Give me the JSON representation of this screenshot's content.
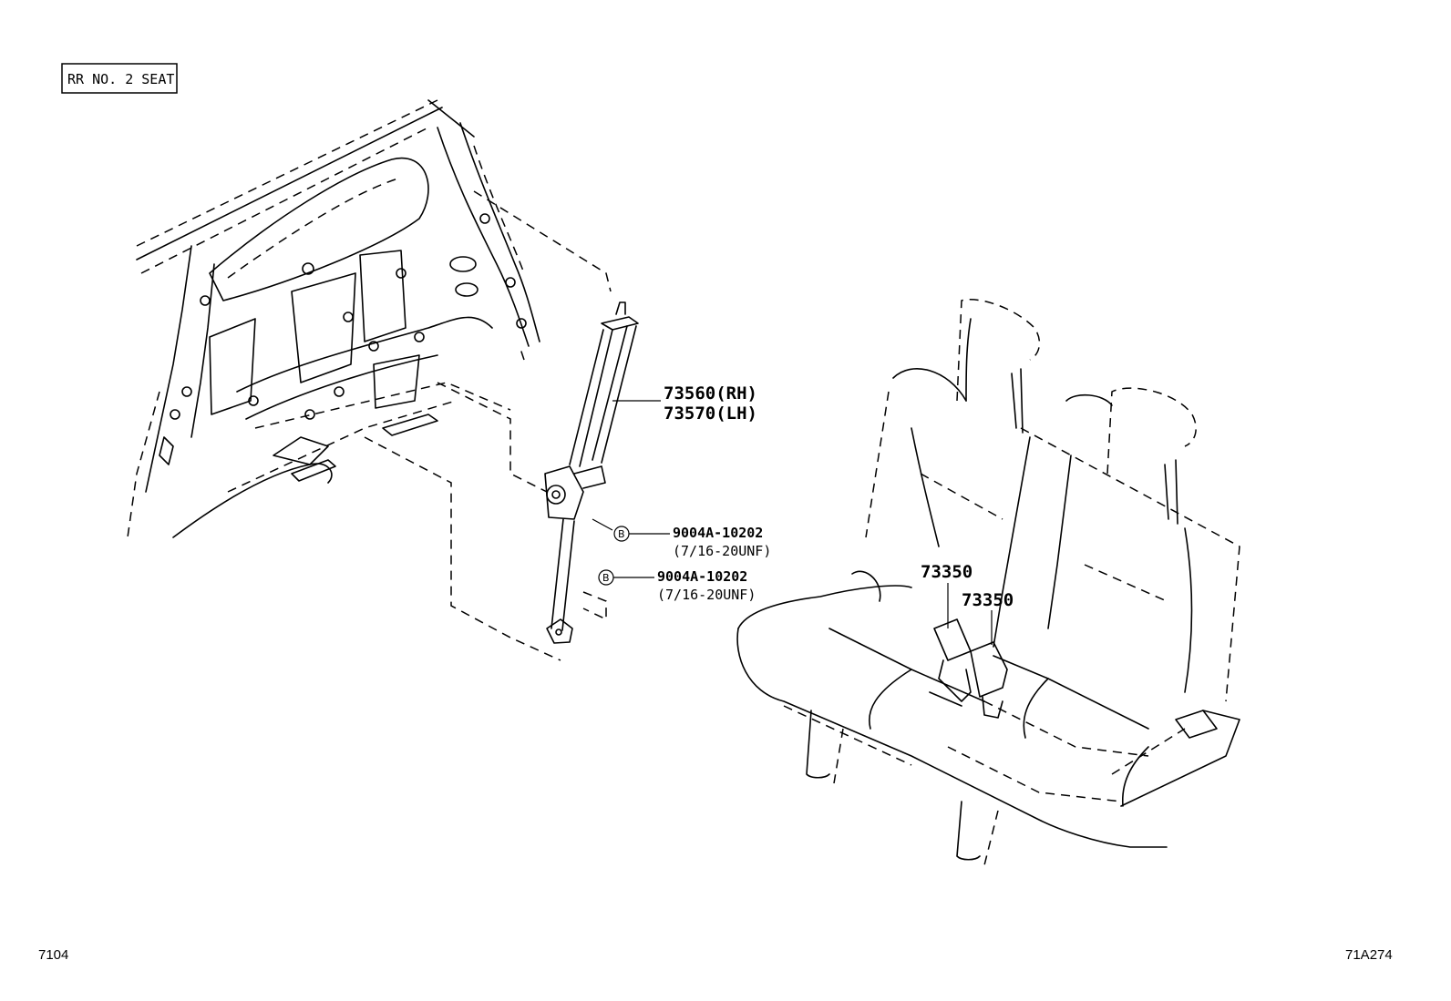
{
  "section_tag": "RR NO. 2 SEAT",
  "parts": {
    "belt_rh": "73560(RH)",
    "belt_lh": "73570(LH)",
    "bolt_1": {
      "number": "9004A-10202",
      "spec": "(7/16-20UNF)",
      "marker": "B"
    },
    "bolt_2": {
      "number": "9004A-10202",
      "spec": "(7/16-20UNF)",
      "marker": "B"
    },
    "buckle_1": "73350",
    "buckle_2": "73350"
  },
  "footer": {
    "left_code": "7104",
    "right_code": "71A274"
  }
}
